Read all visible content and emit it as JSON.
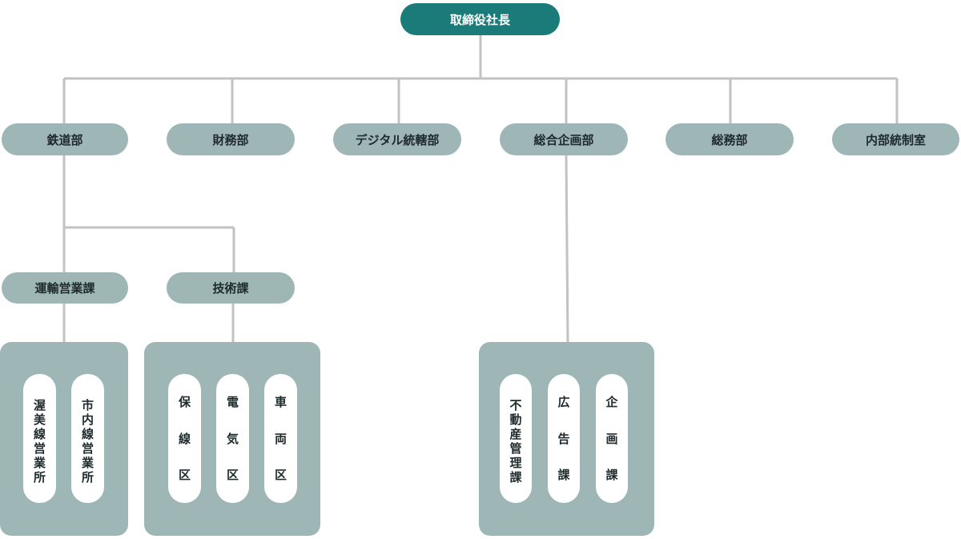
{
  "colors": {
    "root_fill": "#1a7b78",
    "root_text": "#ffffff",
    "node_fill": "#9fb6b7",
    "line": "#c2c2c2",
    "pill_fill": "#ffffff"
  },
  "root": {
    "label": "取締役社長"
  },
  "departments": [
    {
      "id": "tetsudo",
      "label": "鉄道部"
    },
    {
      "id": "zaimu",
      "label": "財務部"
    },
    {
      "id": "digital",
      "label": "デジタル統轄部"
    },
    {
      "id": "sogo",
      "label": "総合企画部"
    },
    {
      "id": "somu",
      "label": "総務部"
    },
    {
      "id": "naibu",
      "label": "内部統制室"
    }
  ],
  "sections": [
    {
      "id": "unyu",
      "label": "運輸営業課",
      "parent": "鉄道部"
    },
    {
      "id": "gijutsu",
      "label": "技術課",
      "parent": "鉄道部"
    }
  ],
  "units": {
    "unyu": [
      "渥美線営業所",
      "市内線営業所"
    ],
    "gijutsu": [
      "保線区",
      "電気区",
      "車両区"
    ],
    "sogo": [
      "不動産管理課",
      "広告課",
      "企画課"
    ]
  }
}
